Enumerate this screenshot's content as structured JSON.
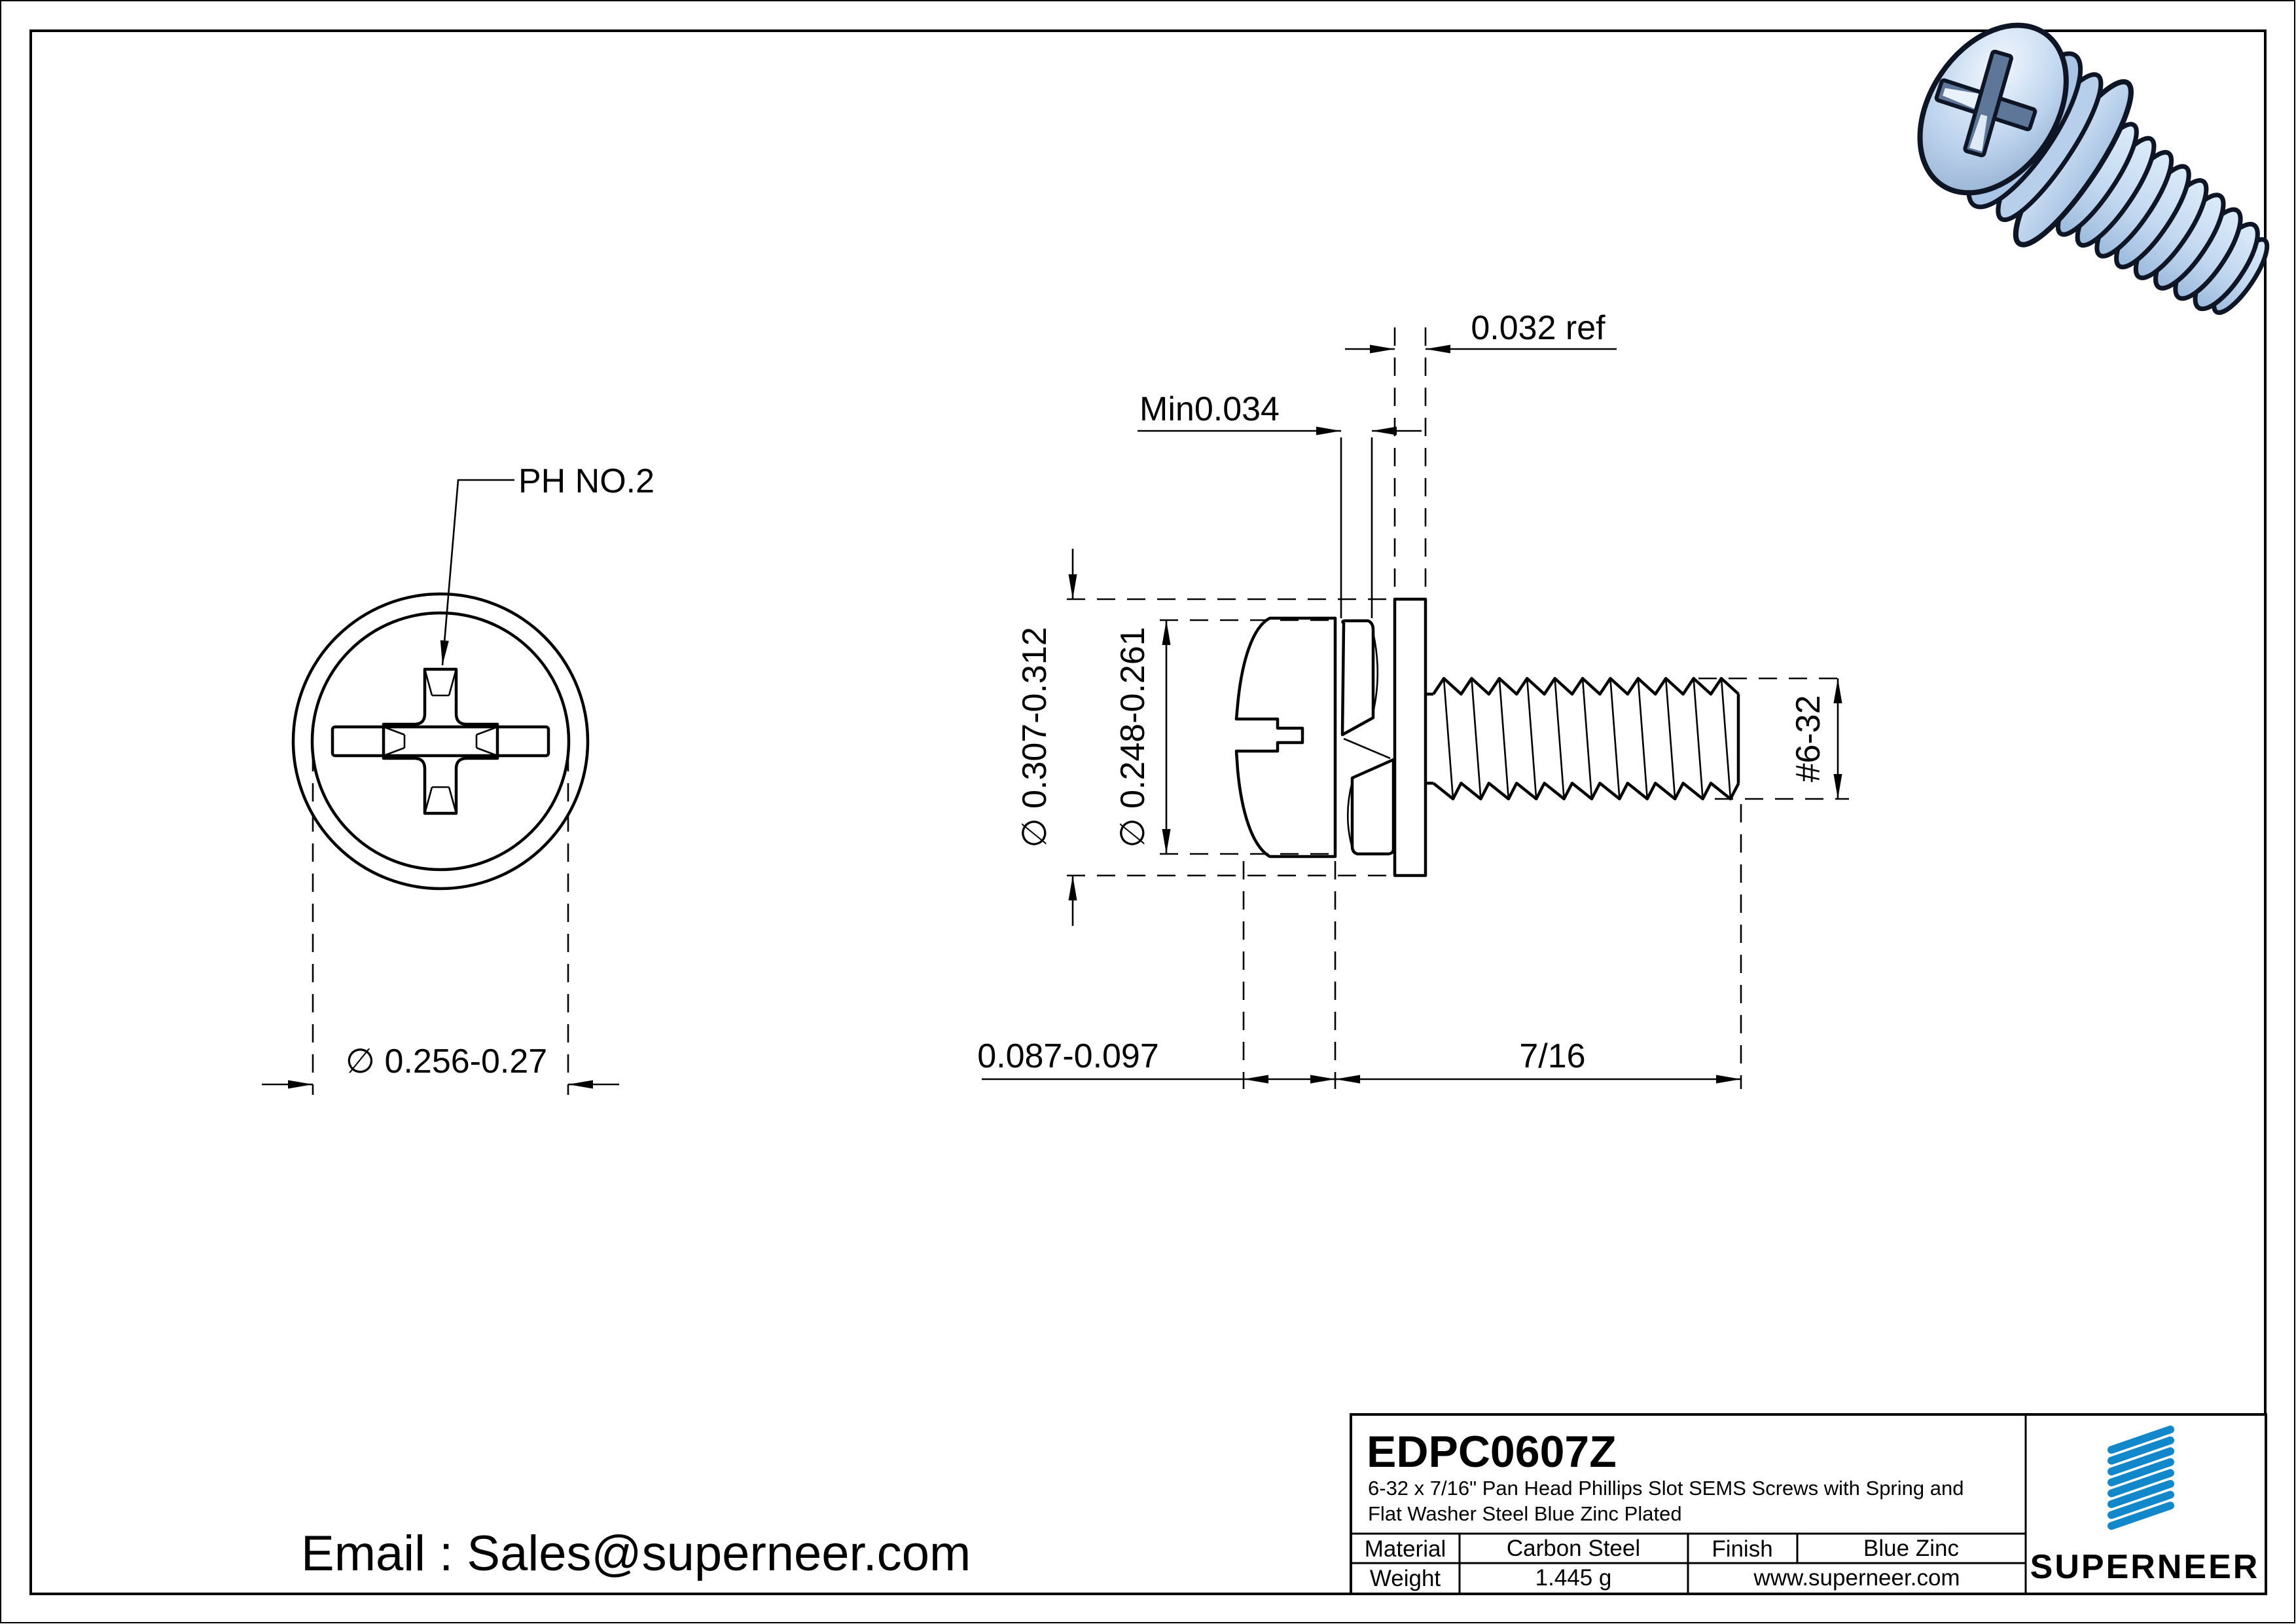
{
  "sheet": {
    "email": "Email : Sales@superneer.com"
  },
  "front_view": {
    "callout": "PH NO.2",
    "head_diameter": "∅ 0.256-0.27"
  },
  "side_view": {
    "washer_thickness": "0.032 ref",
    "spring_washer_min": "Min0.034",
    "washer_od": "∅ 0.307-0.312",
    "head_od": "∅ 0.248-0.261",
    "thread_spec": "#6-32",
    "head_height": "0.087-0.097",
    "thread_length": "7/16"
  },
  "title_block": {
    "part_number": "EDPC0607Z",
    "description_line1": "6-32 x 7/16\" Pan Head Phillips Slot SEMS Screws with Spring and",
    "description_line2": "Flat Washer Steel Blue Zinc Plated",
    "material_label": "Material",
    "material_value": "Carbon Steel",
    "finish_label": "Finish",
    "finish_value": "Blue Zinc",
    "weight_label": "Weight",
    "weight_value": "1.445 g",
    "website": "www.superneer.com",
    "brand": "SUPERNEER"
  },
  "colors": {
    "logo_blue": "#1287C9",
    "link_blue": "#1E8FD6",
    "steel_light": "#e9f2fb",
    "steel_mid": "#b7cfeb",
    "steel_shadow": "#8fabcd",
    "recess_dark": "#5e7698",
    "render_outline": "#0e1524"
  }
}
